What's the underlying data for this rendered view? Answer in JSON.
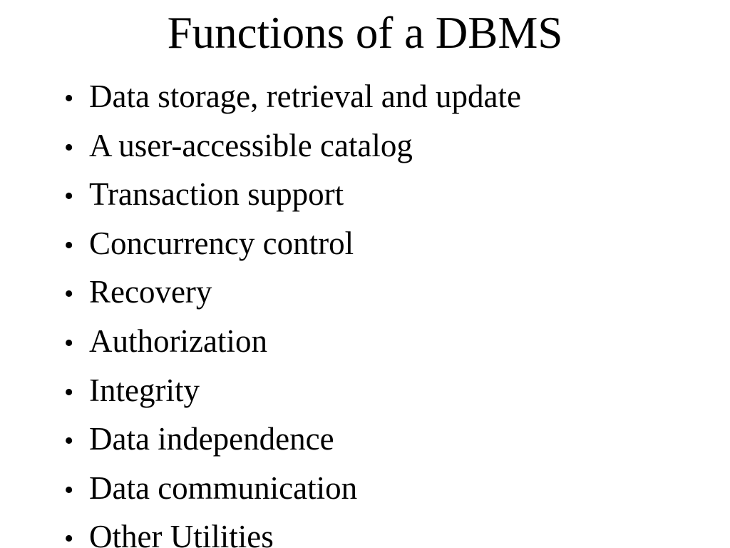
{
  "slide": {
    "title": "Functions of a DBMS",
    "bullet_glyph": "•",
    "bullets": [
      "Data storage, retrieval and update",
      "A user-accessible catalog",
      "Transaction support",
      "Concurrency control",
      "Recovery",
      "Authorization",
      "Integrity",
      "Data independence",
      "Data communication",
      "Other Utilities"
    ],
    "colors": {
      "text": "#000000",
      "background": "#ffffff"
    }
  }
}
